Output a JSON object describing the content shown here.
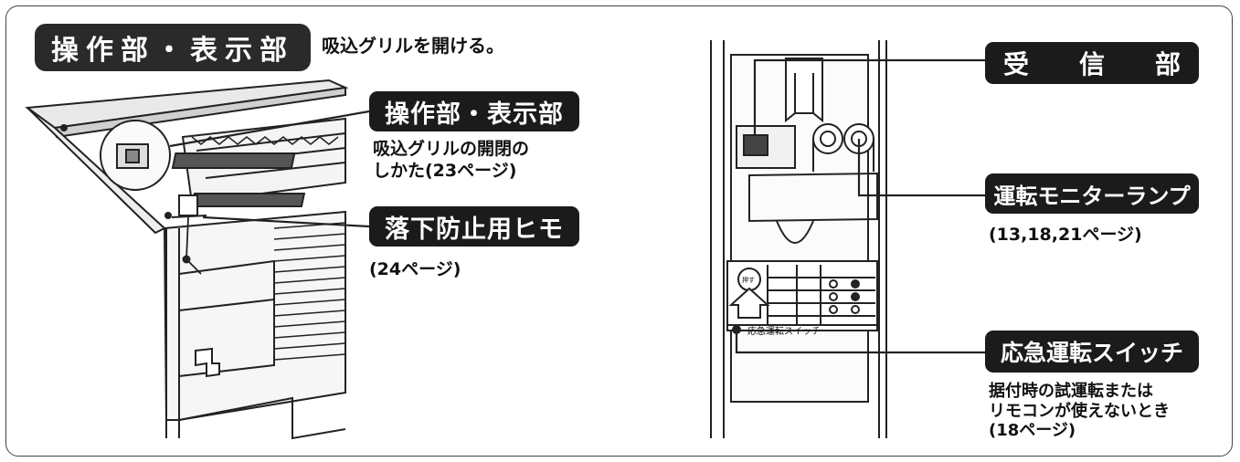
{
  "title": {
    "badge": "操作部・表示部",
    "instruction": "吸込グリルを開ける。"
  },
  "callouts": {
    "operation_display": {
      "label": "操作部・表示部",
      "note_line1": "吸込グリルの開閉の",
      "note_line2": "しかた(23ページ)"
    },
    "fall_prevention": {
      "label": "落下防止用ヒモ",
      "note": "(24ページ)"
    },
    "receiver": {
      "label_chars": [
        "受",
        "信",
        "部"
      ]
    },
    "monitor_lamp": {
      "label": "運転モニターランプ",
      "note": "(13,18,21ページ)"
    },
    "emergency_switch": {
      "label": "応急運転スイッチ",
      "note_line1": "据付時の試運転または",
      "note_line2": "リモコンが使えないとき",
      "note_line3": "(18ページ)"
    }
  },
  "panel_sticker": {
    "push_label": "押す",
    "switch_caption": "応急運転スイッチ"
  },
  "colors": {
    "label_bg": "#1b1b1b",
    "label_text": "#ffffff",
    "line": "#222222"
  }
}
